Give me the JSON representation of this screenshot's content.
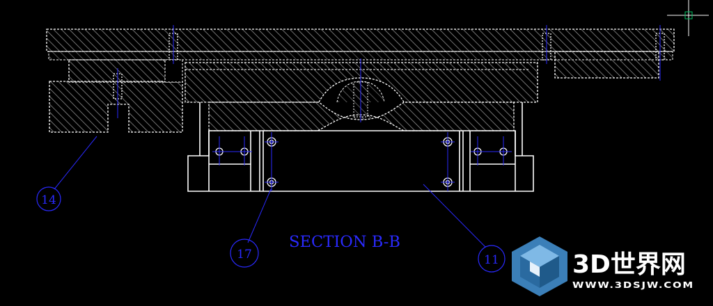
{
  "drawing": {
    "section_label": "SECTION B-B",
    "balloons": [
      {
        "id": "balloon-14",
        "label": "14"
      },
      {
        "id": "balloon-17",
        "label": "17"
      },
      {
        "id": "balloon-11",
        "label": "11"
      }
    ]
  },
  "colors": {
    "background": "#000000",
    "outline": "#ffffff",
    "hatch": "#8f8f8f",
    "annotation": "#2a2aff",
    "cursor": "#00c060"
  },
  "watermark": {
    "brand": "3D世界网",
    "url": "WWW.3DSJW.COM"
  }
}
